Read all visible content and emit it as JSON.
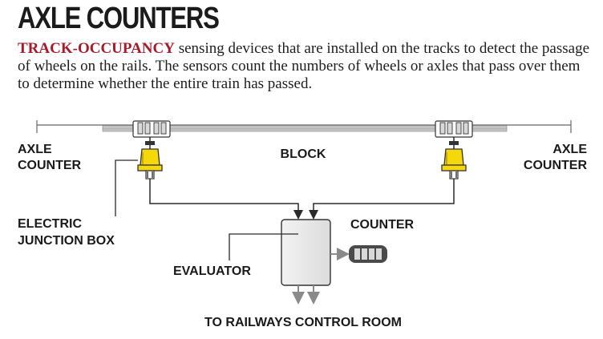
{
  "title": "AXLE COUNTERS",
  "description": {
    "highlight": "TRACK-OCCUPANCY",
    "text": " sensing devices that are installed on the tracks to detect the passage of wheels on the rails. The sensors count the numbers of wheels or axles that pass over them to determine whether the entire train has passed."
  },
  "labels": {
    "axle_counter_left_1": "AXLE",
    "axle_counter_left_2": "COUNTER",
    "axle_counter_right_1": "AXLE",
    "axle_counter_right_2": "COUNTER",
    "block": "BLOCK",
    "junction_1": "ELECTRIC",
    "junction_2": "JUNCTION BOX",
    "counter": "COUNTER",
    "evaluator": "EVALUATOR",
    "control_room": "TO RAILWAYS CONTROL ROOM"
  },
  "colors": {
    "sensor_yellow": "#f5d80a",
    "rail": "#bfbfbf",
    "line": "#2a2a2a",
    "evaluator_fill": "#e8e8e8",
    "arrow_gray": "#8a8a8a",
    "highlight_red": "#a8192a"
  }
}
